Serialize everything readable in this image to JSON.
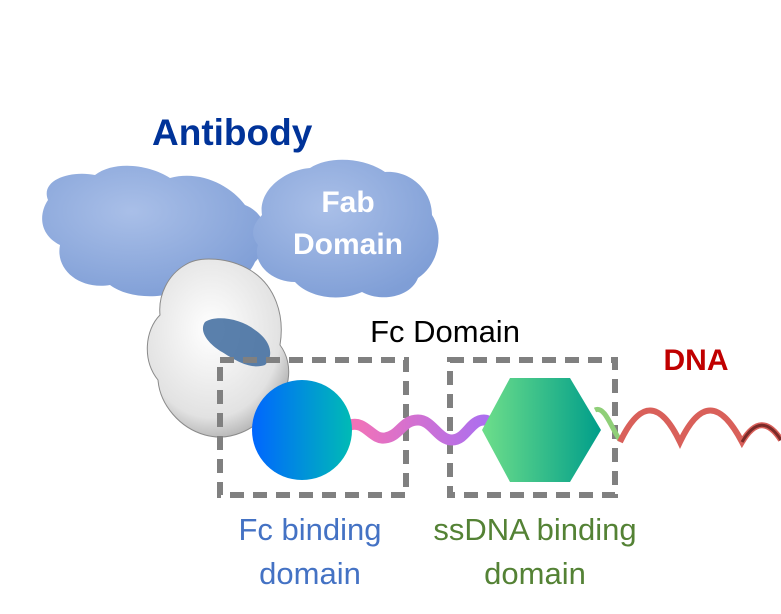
{
  "labels": {
    "antibody": "Antibody",
    "fab_line1": "Fab",
    "fab_line2": "Domain",
    "fc_domain": "Fc Domain",
    "dna": "DNA",
    "fc_binding_line1": "Fc binding",
    "fc_binding_line2": "domain",
    "ssdna_binding_line1": "ssDNA binding",
    "ssdna_binding_line2": "domain"
  },
  "colors": {
    "antibody_text": "#003399",
    "dna_text": "#c00000",
    "fc_binding_text": "#4472c4",
    "ssdna_binding_text": "#548235",
    "antibody_surface": "#8eaadb",
    "dashed_box": "#808080"
  }
}
